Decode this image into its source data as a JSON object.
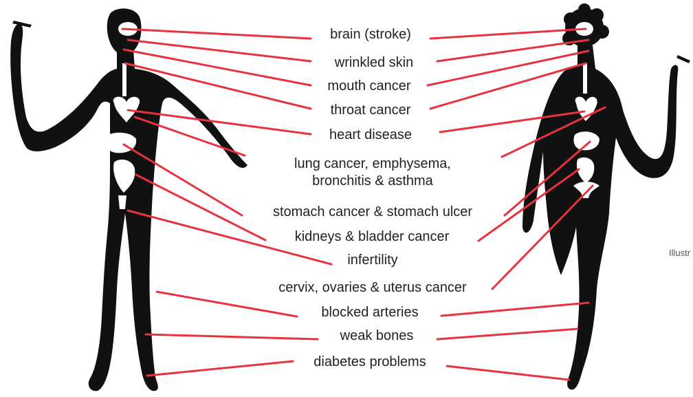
{
  "diagram": {
    "labels": [
      "brain (stroke)",
      "wrinkled skin",
      "mouth cancer",
      "throat cancer",
      "heart disease",
      "lung cancer, emphysema,",
      "bronchitis & asthma",
      "stomach cancer & stomach ulcer",
      "kidneys & bladder cancer",
      "infertility",
      "cervix, ovaries & uterus cancer",
      "blocked arteries",
      "weak bones",
      "diabetes problems"
    ],
    "credit": "Illustr",
    "colors": {
      "leader": "#e8323e",
      "figure": "#111111",
      "text": "#222222"
    }
  }
}
